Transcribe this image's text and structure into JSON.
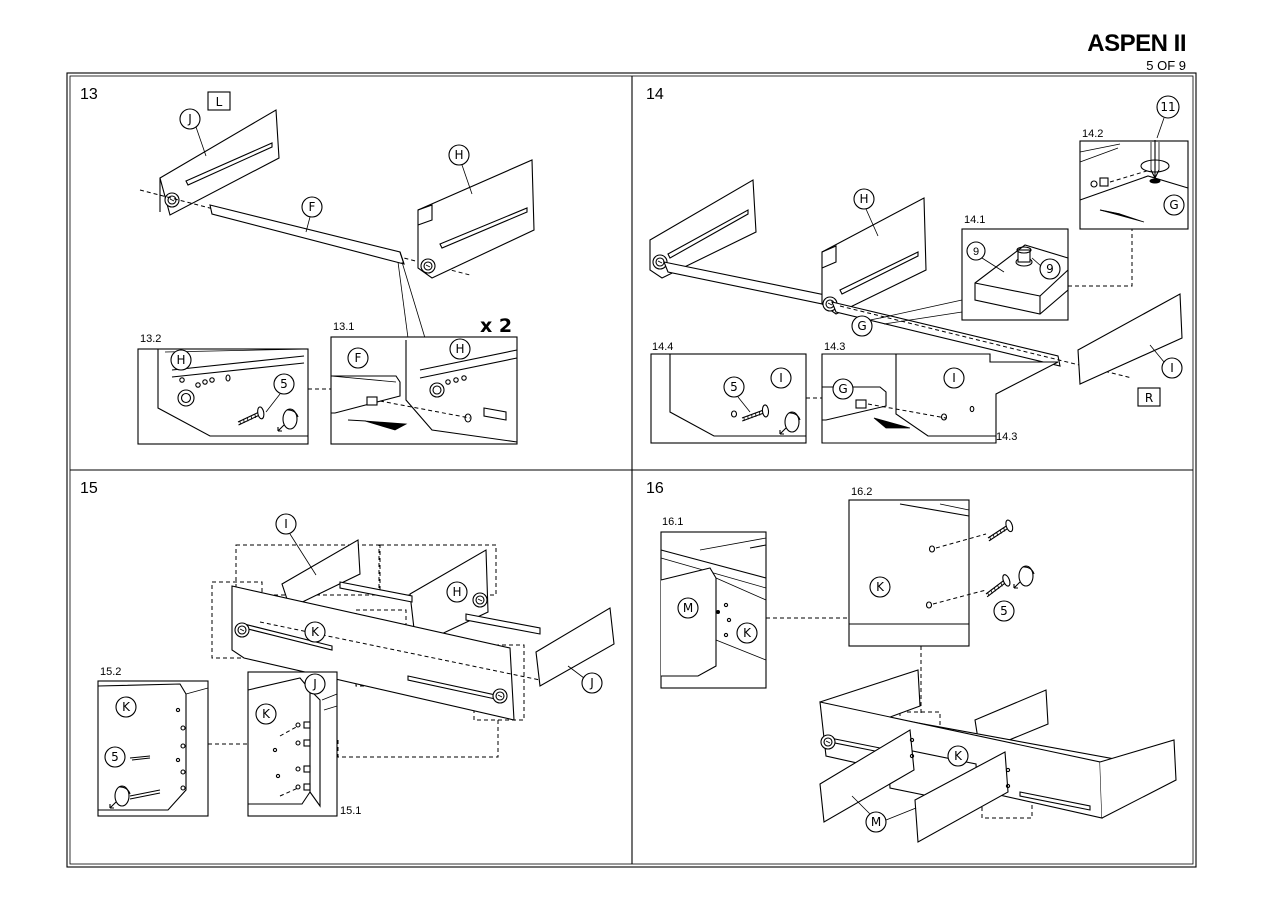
{
  "header": {
    "title": "ASPEN II",
    "page": "5 OF 9"
  },
  "steps": {
    "s13": {
      "number": "13",
      "side": "L",
      "sub1": "13.1",
      "sub2": "13.2",
      "qty": "x 2",
      "parts": {
        "j": "J",
        "f": "F",
        "h": "H",
        "h2": "H",
        "f2": "F",
        "h3": "H",
        "screw": "5"
      }
    },
    "s14": {
      "number": "14",
      "side": "R",
      "sub1": "14.1",
      "sub2": "14.2",
      "sub3": "14.3",
      "sub3b": "14.3",
      "sub4": "14.4",
      "parts": {
        "h": "H",
        "g": "G",
        "i": "I",
        "nine": "9",
        "nine_small": "9",
        "eleven": "11",
        "g2": "G",
        "g3": "G",
        "i2": "I",
        "i3": "I",
        "screw": "5"
      }
    },
    "s15": {
      "number": "15",
      "sub1": "15.1",
      "sub2": "15.2",
      "parts": {
        "i": "I",
        "h": "H",
        "k": "K",
        "j": "J",
        "k2": "K",
        "screw": "5",
        "k3": "K",
        "j2": "J"
      }
    },
    "s16": {
      "number": "16",
      "sub1": "16.1",
      "sub2": "16.2",
      "parts": {
        "m": "M",
        "k": "K",
        "k2": "K",
        "screw": "5",
        "k3": "K",
        "m2": "M"
      }
    }
  }
}
